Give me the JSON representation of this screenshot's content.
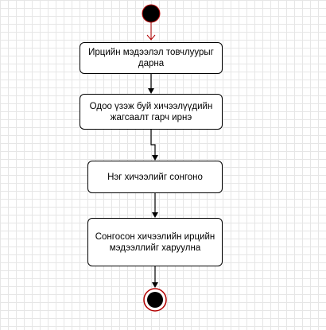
{
  "diagram": {
    "type": "activity",
    "colors": {
      "line": "#000000",
      "start_arrow": "#b20000",
      "end_ring": "#b20000",
      "node_fill": "#000000"
    },
    "steps": [
      {
        "label": "Ирцийн мэдээлэл товчлуурыг дарна"
      },
      {
        "label": "Одоо үзэж буй хичээлүүдийн жагсаалт гарч ирнэ"
      },
      {
        "label": "Нэг хичээлийг сонгоно"
      },
      {
        "label": "Сонгосон хичээлийн ирцийн мэдээллийг харуулна"
      }
    ]
  }
}
